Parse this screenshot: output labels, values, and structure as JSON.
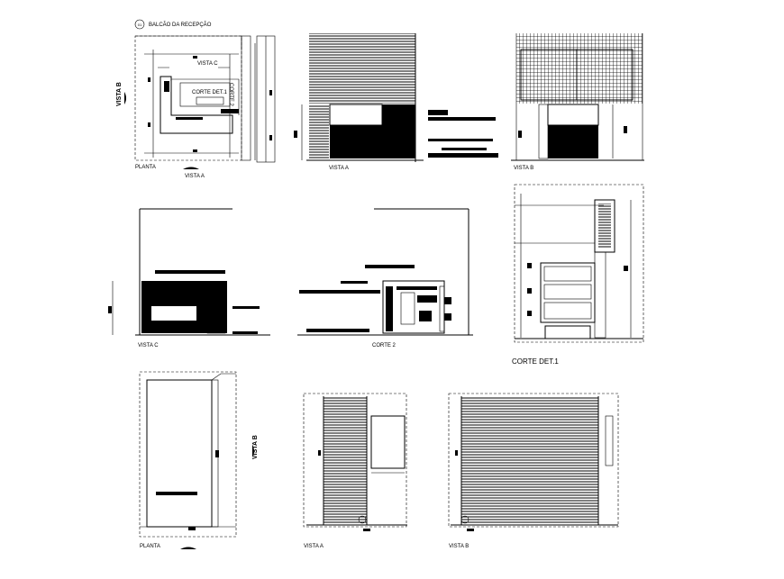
{
  "sheet": {
    "title": "BALCÃO DA RECEPÇÃO",
    "badge": "01"
  },
  "views": {
    "planta_top_label": "PLANTA",
    "planta_top_marker": "VISTA A",
    "planta_side_marker": "VISTA B",
    "planta_inner_c": "VISTA C",
    "planta_inner_corte": "CORTE DET.1",
    "planta_inner_corte2": "CORTE 2",
    "vista_a_top": "VISTA A",
    "vista_b_top": "VISTA B",
    "vista_c": "VISTA C",
    "corte_2": "CORTE 2",
    "corte_det1": "CORTE DET.1",
    "planta_bottom": "PLANTA",
    "planta_bottom_side": "VISTA B",
    "vista_a_bottom": "VISTA A",
    "vista_b_bottom": "VISTA B"
  }
}
